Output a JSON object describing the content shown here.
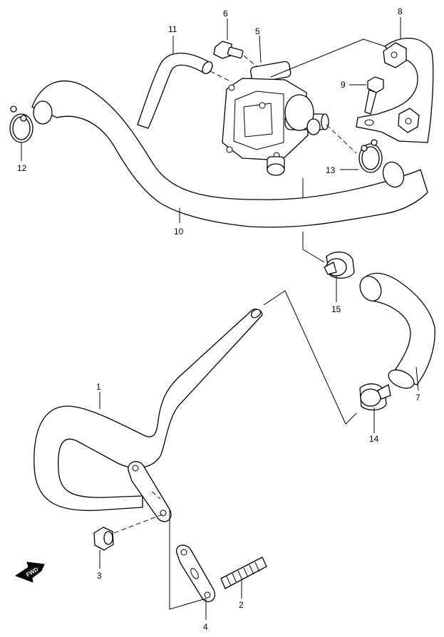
{
  "diagram": {
    "callouts": [
      {
        "id": "1",
        "text": "1"
      },
      {
        "id": "2",
        "text": "2"
      },
      {
        "id": "3",
        "text": "3"
      },
      {
        "id": "4",
        "text": "4"
      },
      {
        "id": "5",
        "text": "5"
      },
      {
        "id": "6",
        "text": "6"
      },
      {
        "id": "7",
        "text": "7"
      },
      {
        "id": "8",
        "text": "8"
      },
      {
        "id": "9",
        "text": "9"
      },
      {
        "id": "10",
        "text": "10"
      },
      {
        "id": "11",
        "text": "11"
      },
      {
        "id": "12",
        "text": "12"
      },
      {
        "id": "13",
        "text": "13"
      },
      {
        "id": "14",
        "text": "14"
      },
      {
        "id": "15",
        "text": "15"
      }
    ],
    "direction_marker": {
      "text": "FWD",
      "icon": "fwd-arrow-icon"
    }
  }
}
